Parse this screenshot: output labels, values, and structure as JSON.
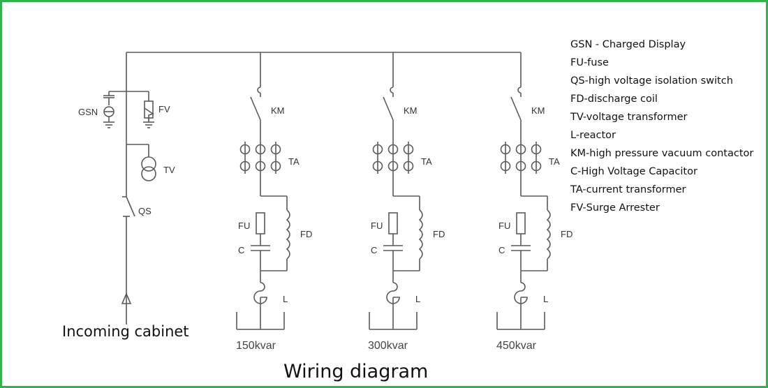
{
  "incoming": {
    "caption": "Incoming cabinet",
    "labels": {
      "gsn": "GSN",
      "fv": "FV",
      "tv": "TV",
      "qs": "QS"
    }
  },
  "branches": [
    {
      "rating": "150kvar",
      "labels": {
        "km": "KM",
        "ta": "TA",
        "fu": "FU",
        "fd": "FD",
        "c": "C",
        "l": "L"
      }
    },
    {
      "rating": "300kvar",
      "labels": {
        "km": "KM",
        "ta": "TA",
        "fu": "FU",
        "fd": "FD",
        "c": "C",
        "l": "L"
      }
    },
    {
      "rating": "450kvar",
      "labels": {
        "km": "KM",
        "ta": "TA",
        "fu": "FU",
        "fd": "FD",
        "c": "C",
        "l": "L"
      }
    }
  ],
  "title": "Wiring diagram",
  "legend": [
    "GSN - Charged Display",
    "FU-fuse",
    "QS-high voltage isolation switch",
    "FD-discharge coil",
    "TV-voltage transformer",
    "L-reactor",
    "KM-high pressure vacuum contactor",
    "C-High Voltage Capacitor",
    "TA-current transformer",
    "FV-Surge Arrester"
  ],
  "colors": {
    "frame": "#2fb34a",
    "line": "#5a5a5a",
    "text": "#111111"
  }
}
